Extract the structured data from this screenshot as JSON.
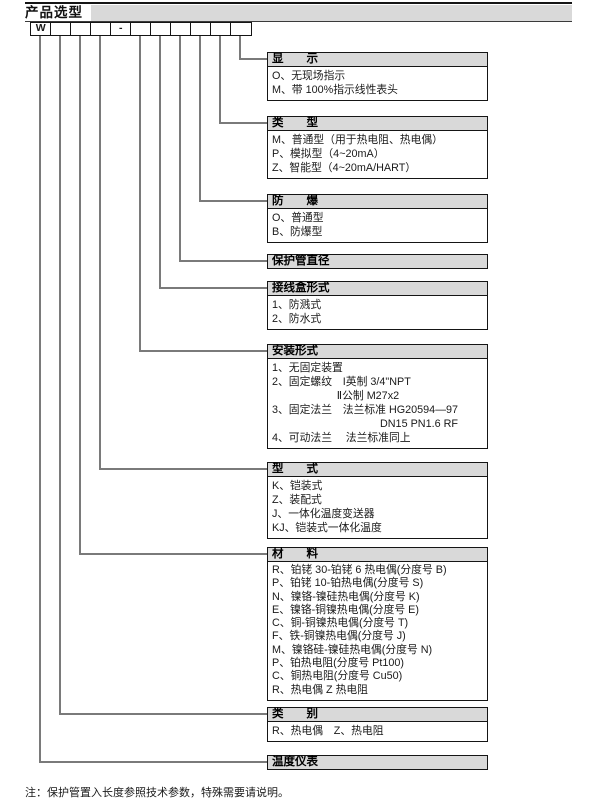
{
  "page": {
    "title": "产品选型",
    "note": "注：保护管置入长度参照技术参数，特殊需要请说明。"
  },
  "code": {
    "cells": [
      "W",
      "",
      "",
      "",
      "-",
      "",
      "",
      "",
      "",
      "",
      ""
    ]
  },
  "sections": [
    {
      "title": "显　　示",
      "items": [
        "O、无现场指示",
        "M、带 100%指示线性表头"
      ]
    },
    {
      "title": "类　　型",
      "items": [
        "M、普通型（用于热电阻、热电偶）",
        "P、模拟型（4~20mA）",
        "Z、智能型（4~20mA/HART）"
      ]
    },
    {
      "title": "防　　爆",
      "items": [
        "O、普通型",
        "B、防爆型"
      ]
    },
    {
      "title": "保护管直径",
      "items": []
    },
    {
      "title": "接线盒形式",
      "items": [
        "1、防溅式",
        "2、防水式"
      ]
    },
    {
      "title": "安装形式",
      "items": [
        "1、无固定装置",
        "2、固定螺纹　I英制 3/4\"NPT",
        "　　　　　　Ⅱ公制 M27x2",
        "3、固定法兰　法兰标准 HG20594—97",
        "　　　　　　　　　　DN15 PN1.6 RF",
        "4、可动法兰　 法兰标准同上"
      ]
    },
    {
      "title": "型　　式",
      "items": [
        "K、铠装式",
        "Z、装配式",
        "J、一体化温度变送器",
        "KJ、铠装式一体化温度"
      ]
    },
    {
      "title": "材　　料",
      "items": [
        "R、铂铑 30-铂铑 6 热电偶(分度号 B)",
        "P、铂铑 10-铂热电偶(分度号 S)",
        "N、镍铬-镍硅热电偶(分度号 K)",
        "E、镍铬-铜镍热电偶(分度号 E)",
        "C、铜-铜镍热电偶(分度号 T)",
        "F、铁-铜镍热电偶(分度号 J)",
        "M、镍铬硅-镍硅热电偶(分度号 N)",
        "P、铂热电阻(分度号 Pt100)",
        "C、铜热电阻(分度号 Cu50)",
        "R、热电偶 Z 热电阻"
      ]
    },
    {
      "title": "类　　别",
      "items": [
        "R、热电偶　Z、热电阻"
      ]
    },
    {
      "title": "温度仪表",
      "items": []
    }
  ],
  "colors": {
    "header_bg": "#d9d9d9",
    "connector": "#7a7a7a",
    "border": "#151515"
  }
}
